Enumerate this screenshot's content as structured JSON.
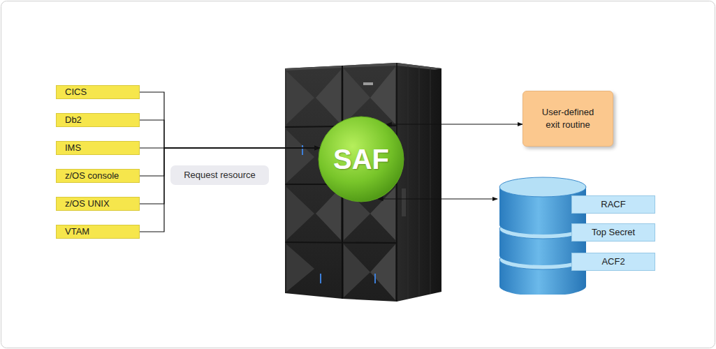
{
  "diagram": {
    "nodes": [
      {
        "text": [
          "CICS"
        ]
      },
      {
        "text": [
          "Db2"
        ]
      },
      {
        "text": [
          "IMS"
        ]
      },
      {
        "text": [
          "z/OS console"
        ]
      },
      {
        "text": [
          "z/OS UNIX"
        ]
      },
      {
        "text": [
          "VTAM"
        ]
      },
      {
        "text": [
          "Request resource"
        ]
      },
      {
        "text": [
          "SAF"
        ]
      },
      {
        "text": [
          "User-defined exit routine"
        ]
      },
      {
        "text": [
          "RACF",
          "Top Secret",
          "ACF2"
        ]
      }
    ],
    "edges": [
      {
        "from": 0,
        "to": 7,
        "arrow": "to"
      },
      {
        "from": 1,
        "to": 7,
        "arrow": "to"
      },
      {
        "from": 2,
        "to": 7,
        "arrow": "to"
      },
      {
        "from": 3,
        "to": 7,
        "arrow": "to"
      },
      {
        "from": 4,
        "to": 7,
        "arrow": "to"
      },
      {
        "from": 5,
        "to": 7,
        "arrow": "to"
      },
      {
        "from": 7,
        "to": 8,
        "arrow": "both"
      },
      {
        "from": 7,
        "to": 9,
        "arrow": "both"
      }
    ]
  }
}
